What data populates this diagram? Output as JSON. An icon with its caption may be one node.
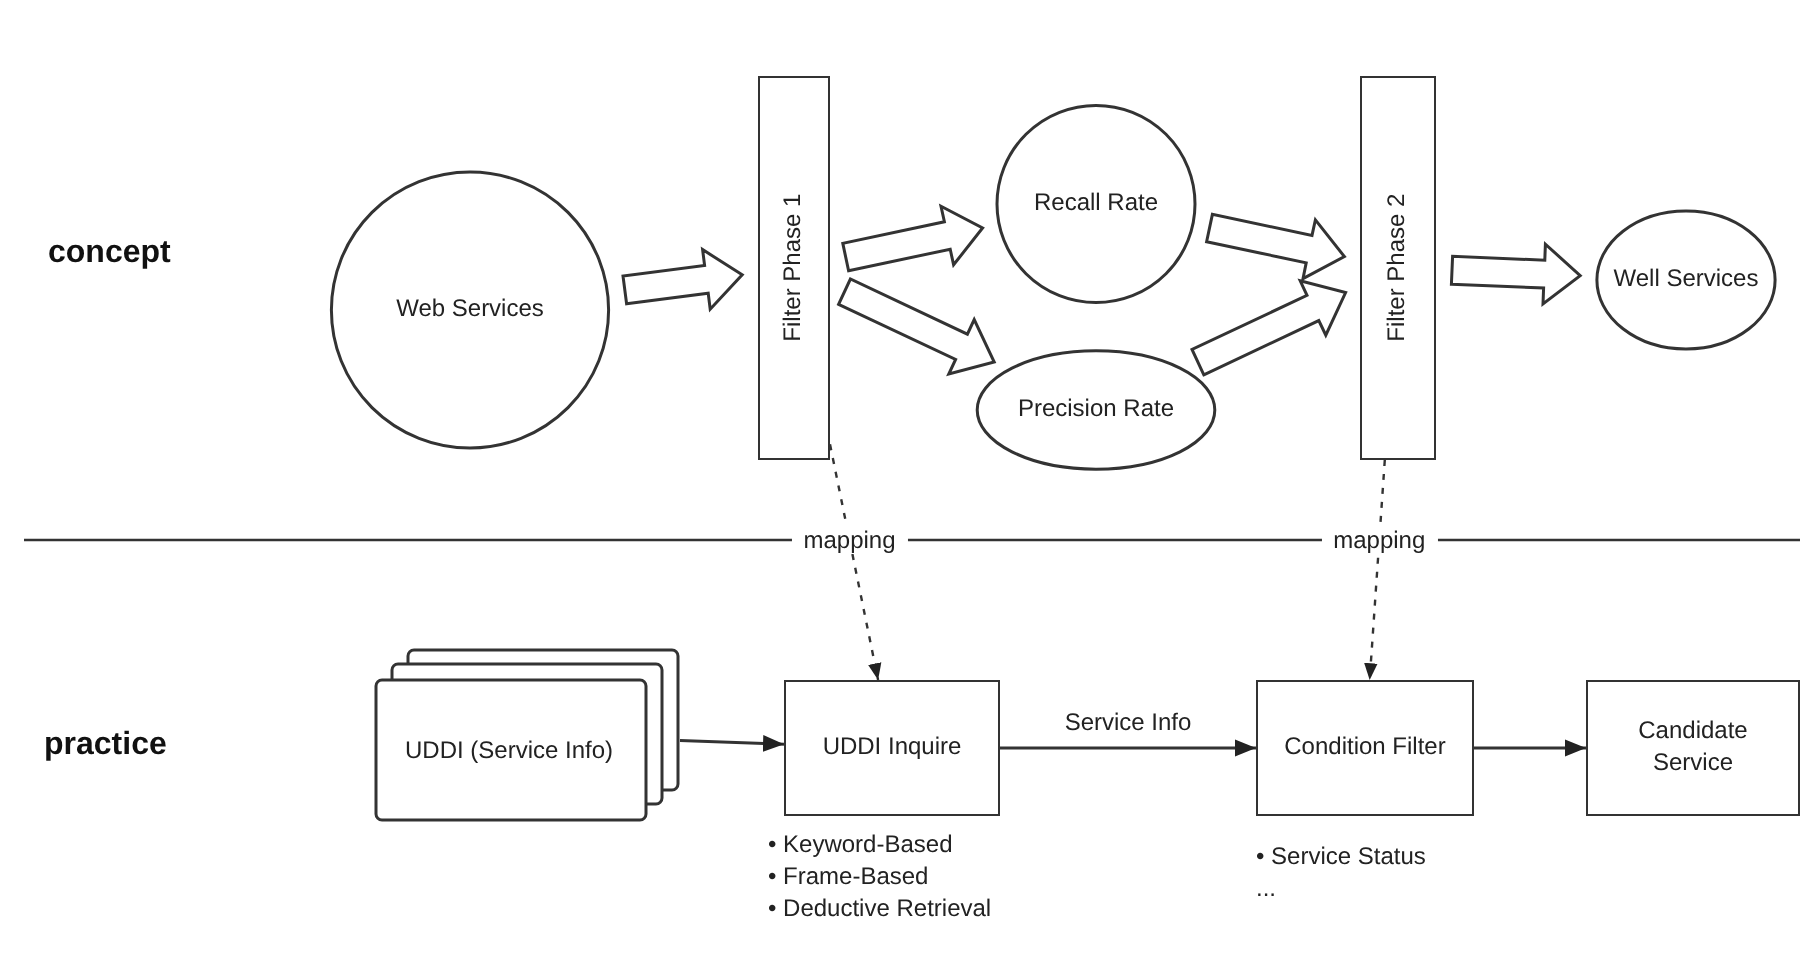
{
  "diagram": {
    "nodes": [
      {
        "text": [
          "Web Services"
        ]
      },
      {
        "text": [
          "Filter Phase 1"
        ]
      },
      {
        "text": [
          "Recall Rate"
        ]
      },
      {
        "text": [
          "Precision Rate"
        ]
      },
      {
        "text": [
          "Filter Phase 2"
        ]
      },
      {
        "text": [
          "Well Services"
        ]
      },
      {
        "text": [
          "UDDI (Service Info)"
        ]
      },
      {
        "text": [
          "UDDI Inquire"
        ],
        "beside": [
          "• Keyword-Based",
          "• Frame-Based",
          "• Deductive Retrieval"
        ]
      },
      {
        "text": [
          "Condition Filter"
        ],
        "beside": [
          "• Service Status",
          "..."
        ]
      },
      {
        "text": [
          "Candidate Service"
        ]
      }
    ],
    "edges": [
      {
        "from": 0,
        "to": 1,
        "arrow": "to",
        "style": "thick"
      },
      {
        "from": 1,
        "to": 2,
        "arrow": "to",
        "style": "thick"
      },
      {
        "from": 1,
        "to": 3,
        "arrow": "to",
        "style": "thick"
      },
      {
        "from": 2,
        "to": 4,
        "arrow": "to",
        "style": "thick"
      },
      {
        "from": 3,
        "to": 4,
        "arrow": "to",
        "style": "thick"
      },
      {
        "from": 4,
        "to": 5,
        "arrow": "to",
        "style": "thick"
      },
      {
        "from": 1,
        "to": 7,
        "arrow": "to",
        "style": "dashed",
        "label": "mapping"
      },
      {
        "from": 4,
        "to": 8,
        "arrow": "to",
        "style": "dashed",
        "label": "mapping"
      },
      {
        "from": 6,
        "to": 7,
        "arrow": "to"
      },
      {
        "from": 7,
        "to": 8,
        "arrow": "to",
        "label": "Service Info"
      },
      {
        "from": 8,
        "to": 9,
        "arrow": "to"
      }
    ],
    "labels": [
      "concept",
      "practice"
    ]
  }
}
